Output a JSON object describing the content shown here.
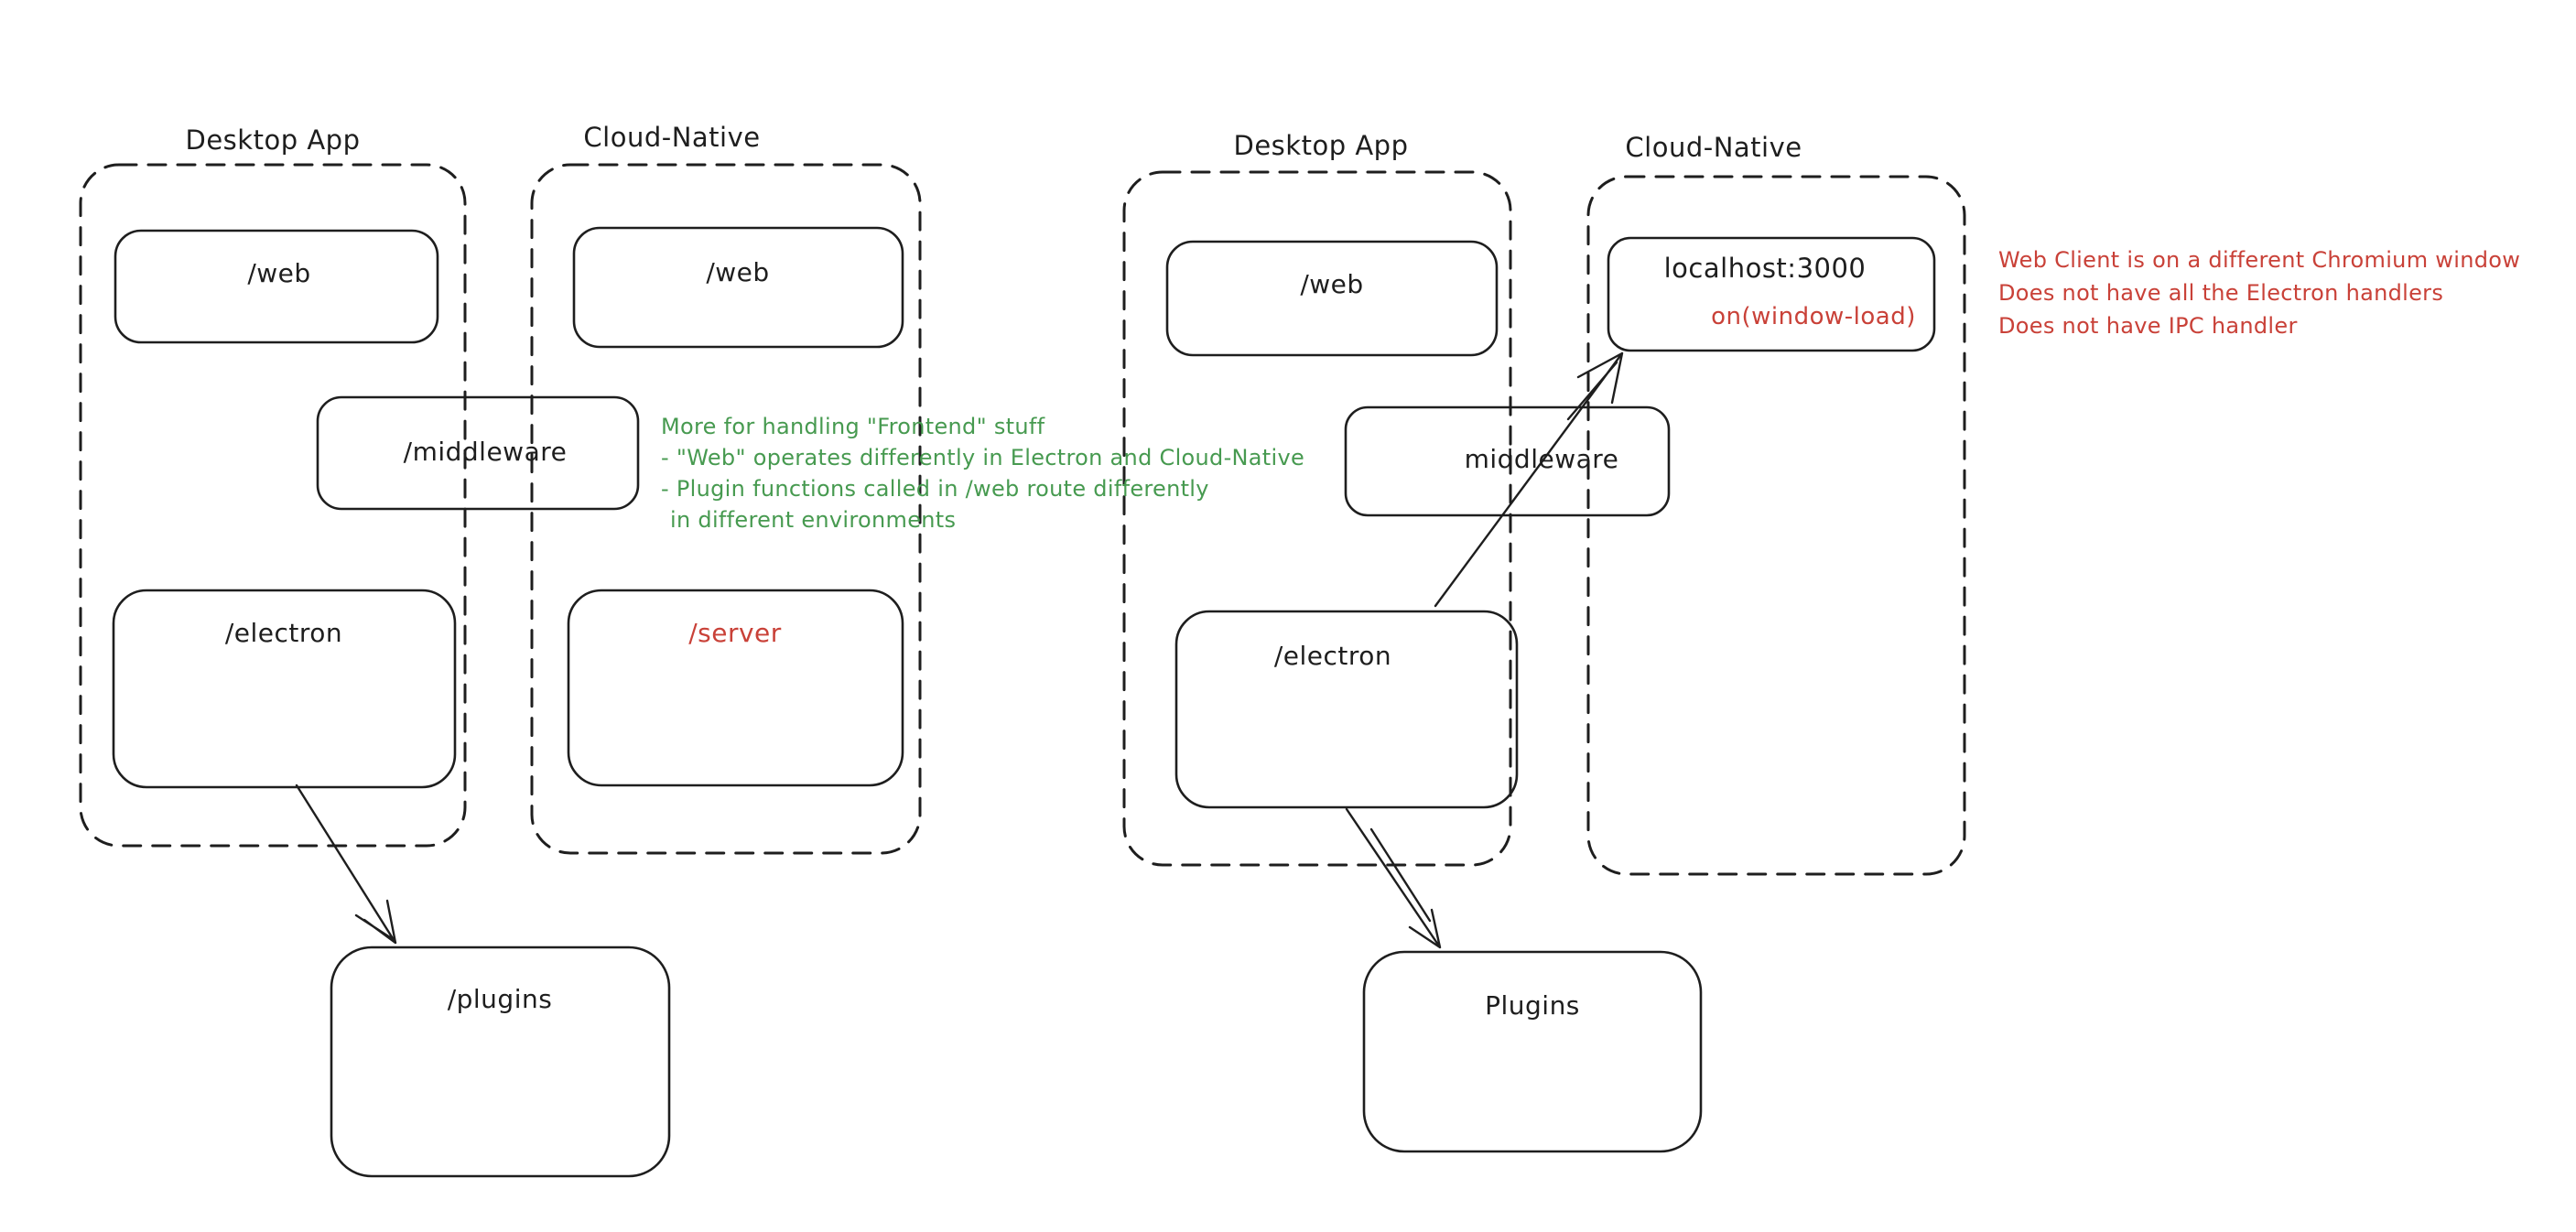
{
  "canvas": {
    "background": "#ffffff",
    "ink_color": "#1e1e1e",
    "red_color": "#c94138",
    "green_color": "#479a50"
  },
  "left_diagram": {
    "desktop_header": "Desktop App",
    "cloud_header": "Cloud-Native",
    "web_desktop_label": "/web",
    "web_cloud_label": "/web",
    "middleware_label": "/middleware",
    "electron_label": "/electron",
    "server_label": "/server",
    "plugins_label": "/plugins"
  },
  "right_diagram": {
    "desktop_header": "Desktop App",
    "cloud_header": "Cloud-Native",
    "web_label": "/web",
    "localhost_label": "localhost:3000",
    "window_load_label": "on(window-load)",
    "middleware_label": "middleware",
    "electron_label": "/electron",
    "plugins_label": "Plugins"
  },
  "green_note": {
    "lines": [
      "More for handling \"Frontend\" stuff",
      "- \"Web\" operates differently in Electron and Cloud-Native",
      "- Plugin functions called in /web route differently",
      "in different environments"
    ]
  },
  "red_note": {
    "lines": [
      "Web Client is on a different Chromium window",
      "Does not have all the Electron handlers",
      "Does not have IPC handler"
    ]
  }
}
